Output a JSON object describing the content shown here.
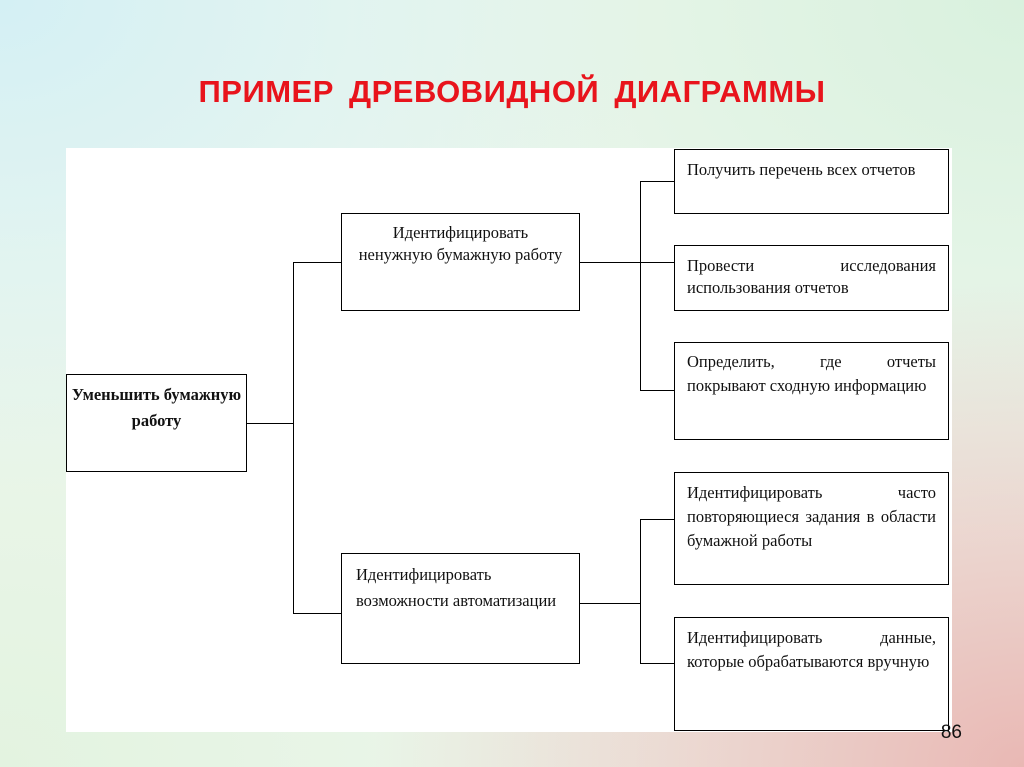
{
  "slide": {
    "title": "ПРИМЕР ДРЕВОВИДНОЙ ДИАГРАММЫ",
    "page_number": "86"
  },
  "diagram": {
    "root": "Уменьшить бумажную работу",
    "branches": [
      {
        "label": "Идентифицировать ненужную бумажную работу",
        "children": [
          "Получить перечень всех отчетов",
          "Провести исследования использования отчетов",
          "Определить, где отчеты покрывают сходную информацию"
        ]
      },
      {
        "label": "Идентифицировать возможности автоматизации",
        "children": [
          "Идентифицировать часто повторяющиеся задания в области бумажной работы",
          "Идентифицировать данные, которые обрабатываются вручную"
        ]
      }
    ]
  }
}
